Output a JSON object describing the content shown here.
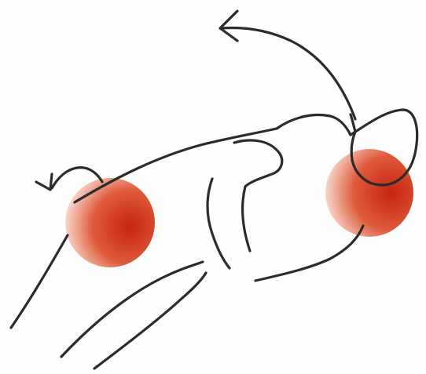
{
  "figure": {
    "subject": "",
    "highlight_markers": [
      {
        "name": "hip-joint-highlight"
      },
      {
        "name": "shoulder-joint-highlight"
      }
    ],
    "arrows": [
      {
        "name": "upper-body-rotation-arrow",
        "direction": "up-left"
      },
      {
        "name": "hip-rotation-arrow",
        "direction": "left"
      }
    ]
  },
  "colors": {
    "outline": "#2b2b2b",
    "highlight_core": "#c62410",
    "highlight_mid": "#df5a3b",
    "highlight_edge": "#fbe3da",
    "background": "#fefefe"
  }
}
